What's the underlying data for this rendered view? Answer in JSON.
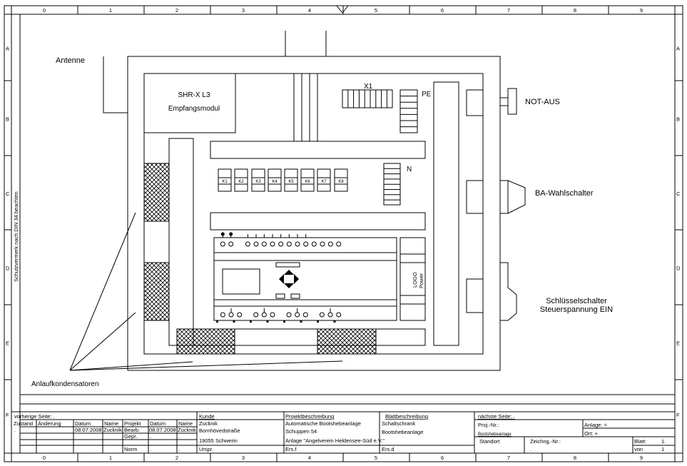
{
  "frame": {
    "columns": [
      "0",
      "1",
      "2",
      "3",
      "4",
      "5",
      "6",
      "7",
      "8",
      "9"
    ],
    "rows": [
      "A",
      "B",
      "C",
      "D",
      "E",
      "F"
    ],
    "side_note": "Schutzvermerk nach DIN 34 beachten"
  },
  "drawing": {
    "antenna": "Antenne",
    "receiver_model": "SHR-X L3",
    "receiver_label": "Empfangsmodul",
    "terminal_x1": "X1",
    "terminal_pe": "PE",
    "terminal_n": "N",
    "relays": [
      "K1",
      "K2",
      "K3",
      "K4",
      "K5",
      "K6",
      "K7",
      "K8"
    ],
    "power_supply": [
      "LOGO",
      "Power"
    ],
    "emergency_stop": "NOT-AUS",
    "mode_selector": "BA-Wahlschalter",
    "key_switch_1": "Schlüsselschalter",
    "key_switch_2": "Steuerspannung EIN",
    "capacitors": "Anlaufkondensatoren"
  },
  "title_block": {
    "prev_page": "vorherige Seite:  .",
    "headers": [
      "Zustand",
      "Änderung",
      "Datum",
      "Name"
    ],
    "row1": [
      ".",
      ".",
      "08.07.2008",
      "Zucknik"
    ],
    "project_label": "Projekt",
    "project_rows": [
      {
        "label": "Bearb.",
        "date": "08.07.2008",
        "name": "Zucknik"
      },
      {
        "label": "Gepr.",
        "date": ".",
        "name": "."
      },
      {
        "label": "Norm",
        "date": ".",
        "name": "."
      }
    ],
    "project_date_header": "Datum",
    "project_name_header": "Name",
    "customer_header": "Kunde",
    "customer": [
      "Zucknik",
      "Bornhövedstraße",
      "19055    Schwerin"
    ],
    "origin": "Urspr.",
    "project_desc_header": "Projektbeschreibung",
    "project_desc": [
      "Automatische Bootshebeanlage",
      "Schuppen 54",
      "Anlage \"Angelverein Heldensee-Süd e.V.\""
    ],
    "replaces": "Ers.f",
    "sheet_desc_header": "Blattbeschreibung",
    "sheet_desc": [
      "Schaltschrank",
      "Bootshebeanlage"
    ],
    "replaced_by": "Ers.d",
    "next_page": "nächste Seite:  .",
    "proj_no_label": "Proj.-Nr.:",
    "proj_no_value": "Bootshebeanlage",
    "plant_label": "Anlage:  =",
    "location_label": "Ort:     +",
    "site_label": "Standort",
    "drawing_no_label": "Zeichng.-Nr.:",
    "drawing_no_value": ".",
    "sheet_label": "Blatt:",
    "sheet_value": "1.",
    "of_label": "von",
    "of_value": "1"
  }
}
